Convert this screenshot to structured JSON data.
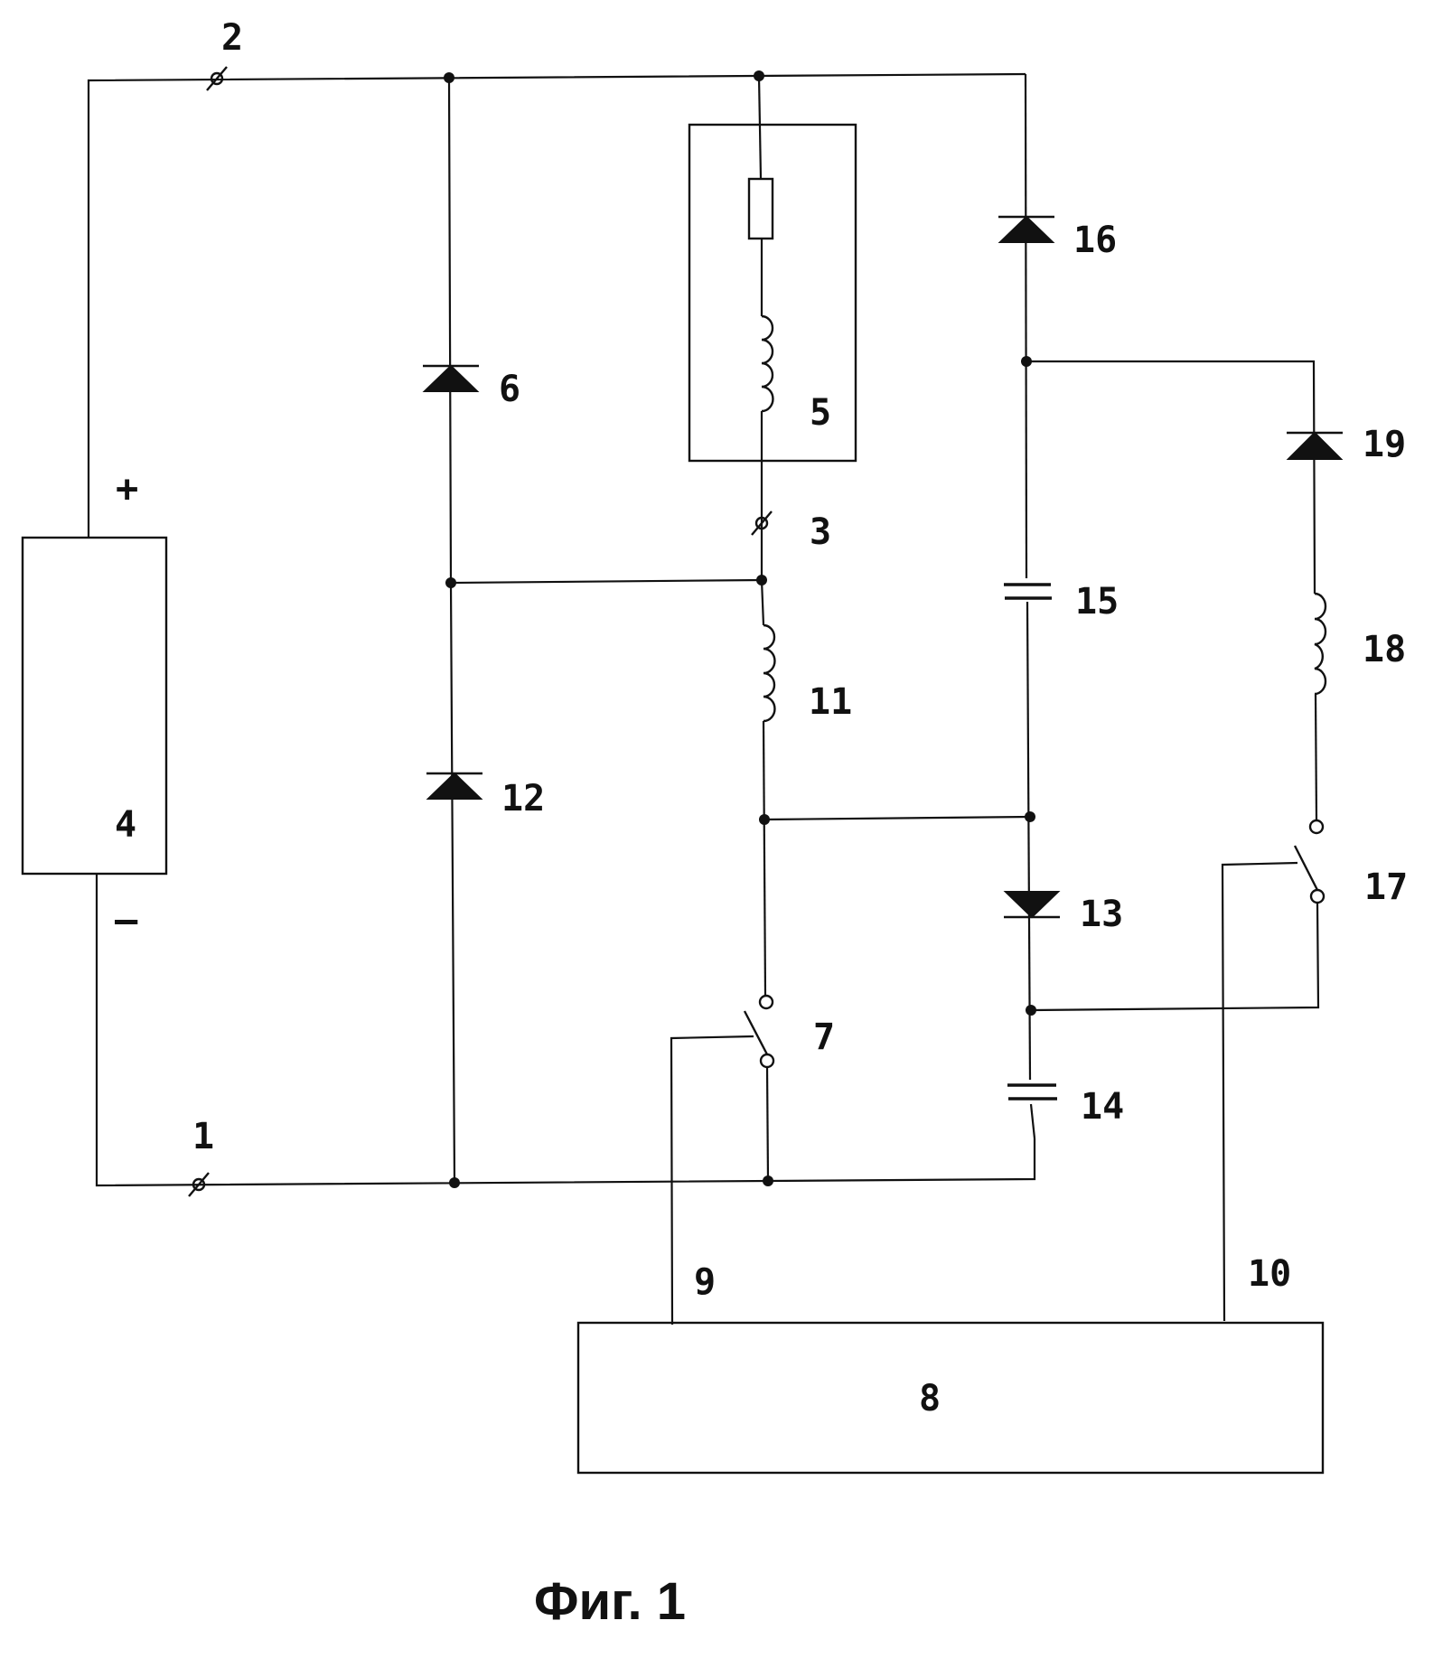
{
  "diagram": {
    "caption": "Фиг. 1",
    "polarity": {
      "plus": "+",
      "minus": "–"
    },
    "terminals": {
      "t1": "1",
      "t2": "2",
      "t3": "3"
    },
    "blocks": {
      "b4": "4",
      "b5": "5",
      "b8": "8"
    },
    "diodes": {
      "d6": "6",
      "d12": "12",
      "d13": "13",
      "d16": "16",
      "d19": "19"
    },
    "switches": {
      "s7": "7",
      "s17": "17"
    },
    "inductors": {
      "l11": "11",
      "l18": "18"
    },
    "capacitors": {
      "c14": "14",
      "c15": "15"
    },
    "control_lines": {
      "w9": "9",
      "w10": "10"
    }
  }
}
